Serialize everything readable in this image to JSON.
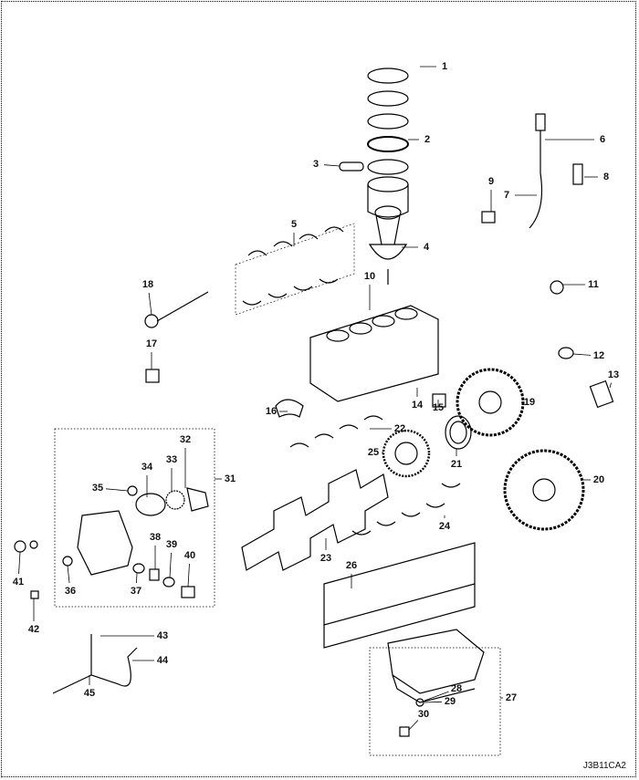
{
  "diagram_code": "J3B11CA2",
  "callouts": [
    "1",
    "2",
    "3",
    "4",
    "5",
    "6",
    "7",
    "8",
    "9",
    "10",
    "11",
    "12",
    "13",
    "14",
    "15",
    "16",
    "17",
    "18",
    "19",
    "20",
    "21",
    "22",
    "23",
    "24",
    "25",
    "26",
    "27",
    "28",
    "29",
    "30",
    "31",
    "32",
    "33",
    "34",
    "35",
    "36",
    "37",
    "38",
    "39",
    "40",
    "41",
    "42",
    "43",
    "44",
    "45"
  ]
}
